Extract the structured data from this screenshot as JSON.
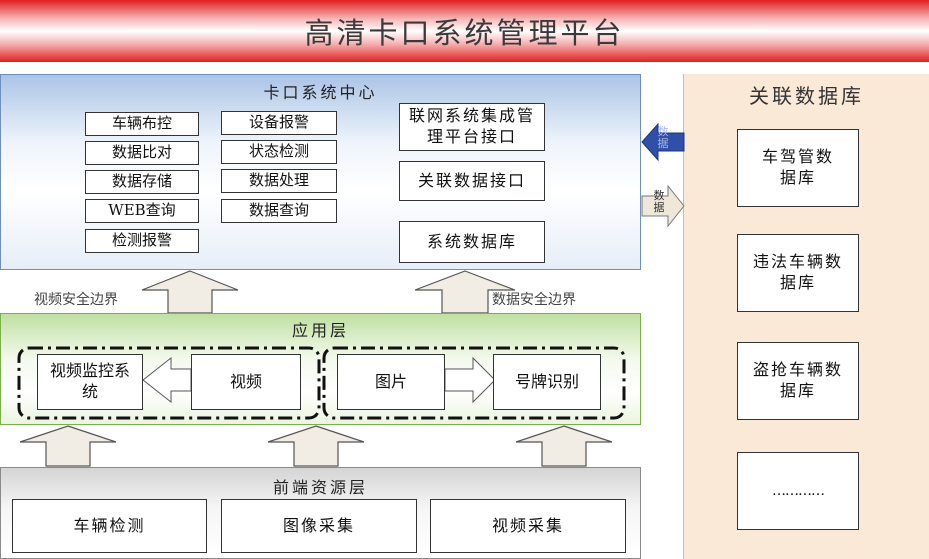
{
  "title": "高清卡口系统管理平台",
  "center": {
    "title": "卡口系统中心",
    "left_col": [
      "车辆布控",
      "数据比对",
      "数据存储",
      "WEB查询",
      "检测报警"
    ],
    "mid_col": [
      "设备报警",
      "状态检测",
      "数据处理",
      "数据查询"
    ],
    "right_col": [
      "联网系统集成管理平台接口",
      "关联数据接口",
      "系统数据库"
    ]
  },
  "db": {
    "title": "关联数据库",
    "items": [
      "车驾管数据库",
      "违法车辆数据库",
      "盗抢车辆数据库",
      "…………"
    ]
  },
  "arrows": {
    "in_label": "数据",
    "out_label": "数据"
  },
  "boundary": {
    "left": "视频安全边界",
    "right": "数据安全边界"
  },
  "app": {
    "title": "应用层",
    "items": [
      "视频监控系统",
      "视频",
      "图片",
      "号牌识别"
    ]
  },
  "front": {
    "title": "前端资源层",
    "items": [
      "车辆检测",
      "图像采集",
      "视频采集"
    ]
  },
  "colors": {
    "title_red": "#e02020",
    "center_blue": "#aac4e6",
    "app_green": "#bfe0a0",
    "db_peach": "#fbe9d7",
    "arrow_blue": "#2f4fa8"
  }
}
